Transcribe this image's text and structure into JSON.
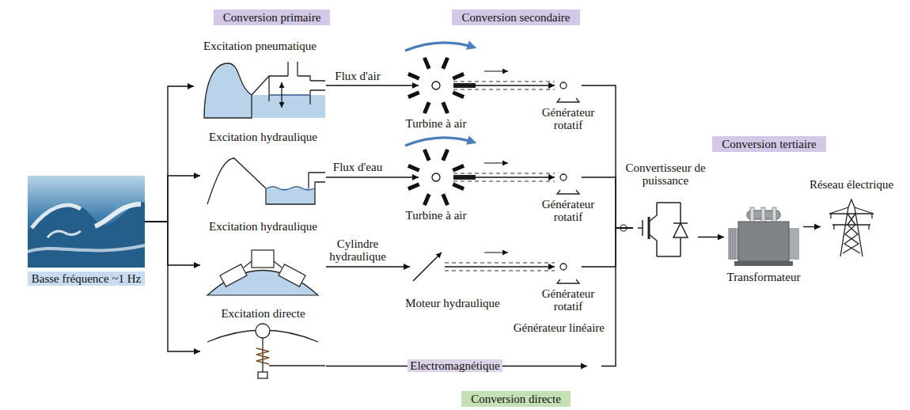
{
  "diagram": {
    "nodes": [
      {
        "text": [
          "Basse fréquence ~1 Hz"
        ]
      },
      {
        "text": [
          "Conversion primaire"
        ]
      },
      {
        "text": [
          "Excitation pneumatique"
        ],
        "in": 1
      },
      {
        "text": [
          "Excitation hydraulique"
        ],
        "in": 1
      },
      {
        "text": [
          "Excitation hydraulique"
        ],
        "in": 1
      },
      {
        "text": [
          "Excitation directe"
        ],
        "in": 1
      },
      {
        "text": [
          "Conversion secondaire",
          "Conversion directe"
        ]
      },
      {
        "text": [
          "Turbine à air"
        ],
        "in": 6
      },
      {
        "text": [
          "Générateur rotatif"
        ],
        "in": 6
      },
      {
        "text": [
          "Turbine à air"
        ],
        "in": 6
      },
      {
        "text": [
          "Générateur rotatif"
        ],
        "in": 6
      },
      {
        "text": [
          "Moteur hydraulique"
        ],
        "in": 6
      },
      {
        "text": [
          "Générateur rotatif"
        ],
        "in": 6
      },
      {
        "text": [
          "Générateur linéaire"
        ],
        "in": 6
      },
      {
        "text": [
          "Conversion tertiaire"
        ]
      },
      {
        "text": [
          "Convertisseur de puissance"
        ],
        "in": 14
      },
      {
        "text": [
          "Transformateur"
        ],
        "in": 14
      },
      {
        "text": [
          "Réseau électrique"
        ],
        "in": 14
      }
    ],
    "edges": [
      {
        "from": 0,
        "to": 2,
        "arrow": "to"
      },
      {
        "from": 0,
        "to": 3,
        "arrow": "to"
      },
      {
        "from": 0,
        "to": 4,
        "arrow": "to"
      },
      {
        "from": 0,
        "to": 5,
        "arrow": "to"
      },
      {
        "from": 2,
        "to": 7,
        "label": "Flux d'air",
        "arrow": "to"
      },
      {
        "from": 3,
        "to": 9,
        "label": "Flux d'eau",
        "arrow": "to"
      },
      {
        "from": 4,
        "to": 11,
        "label": "Cylindre hydraulique",
        "arrow": "to"
      },
      {
        "from": 5,
        "to": 13,
        "label": "Electromagnétique",
        "arrow": "to"
      },
      {
        "from": 7,
        "to": 8,
        "arrow": "to"
      },
      {
        "from": 9,
        "to": 10,
        "arrow": "to"
      },
      {
        "from": 11,
        "to": 12,
        "arrow": "to"
      },
      {
        "from": 8,
        "to": 15,
        "arrow": "none"
      },
      {
        "from": 10,
        "to": 15,
        "arrow": "none"
      },
      {
        "from": 12,
        "to": 15,
        "arrow": "none"
      },
      {
        "from": 13,
        "to": 15,
        "arrow": "none"
      },
      {
        "from": 15,
        "to": 16,
        "arrow": "to"
      },
      {
        "from": 16,
        "to": 17,
        "arrow": "to"
      }
    ]
  }
}
